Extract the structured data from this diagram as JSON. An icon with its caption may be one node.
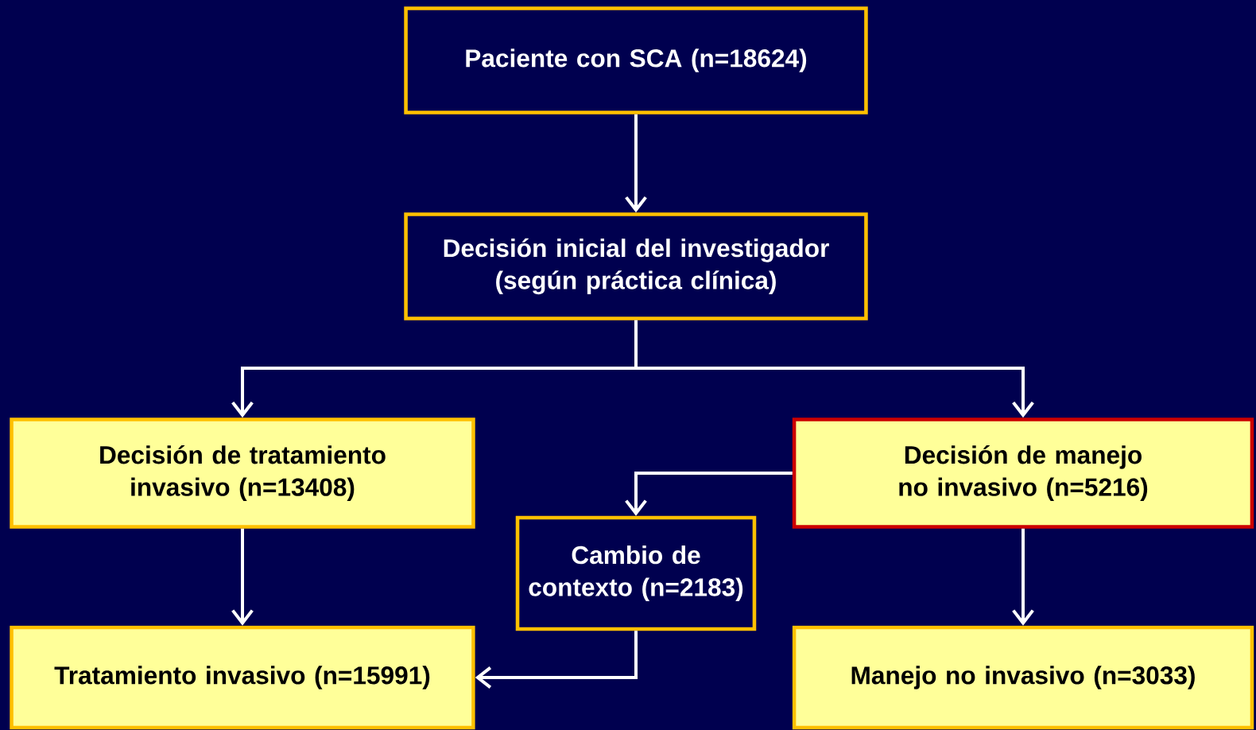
{
  "diagram": {
    "nodes": [
      {
        "text": [
          "Paciente con SCA (n=18624)"
        ]
      },
      {
        "text": [
          "Decisión inicial del investigador (según práctica clínica)"
        ]
      },
      {
        "text": [
          "Decisión de tratamiento invasivo (n=13408)"
        ]
      },
      {
        "text": [
          "Decisión de manejo no invasivo (n=5216)"
        ]
      },
      {
        "text": [
          "Cambio de contexto (n=2183)"
        ]
      },
      {
        "text": [
          "Tratamiento invasivo (n=15991)"
        ]
      },
      {
        "text": [
          "Manejo no invasivo (n=3033)"
        ]
      }
    ],
    "edges": [
      {
        "from": 0,
        "to": 1,
        "arrow": "to"
      },
      {
        "from": 1,
        "to": 2,
        "arrow": "to"
      },
      {
        "from": 1,
        "to": 3,
        "arrow": "to"
      },
      {
        "from": 3,
        "to": 4,
        "arrow": "to"
      },
      {
        "from": 2,
        "to": 5,
        "arrow": "to"
      },
      {
        "from": 4,
        "to": 5,
        "arrow": "to"
      },
      {
        "from": 3,
        "to": 6,
        "arrow": "to"
      }
    ]
  }
}
